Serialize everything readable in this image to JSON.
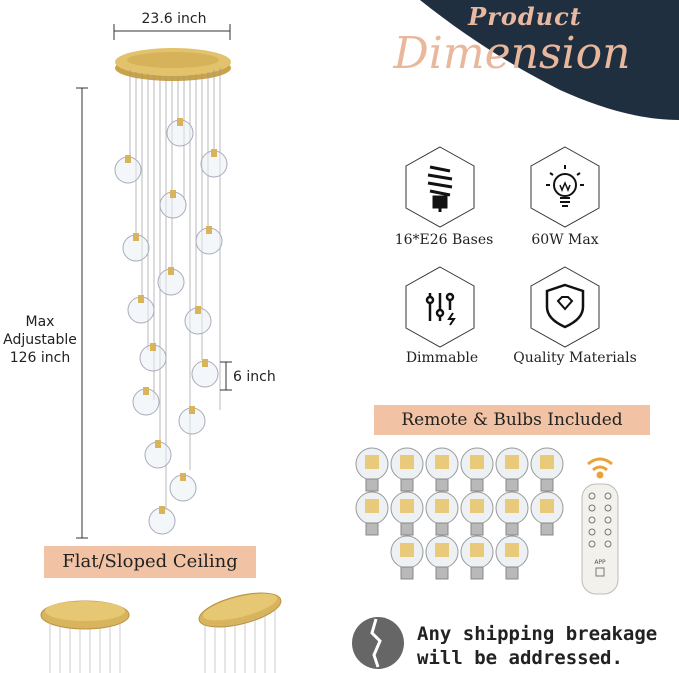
{
  "header": {
    "title_small": "Product",
    "title_big": "Dimension"
  },
  "dimensions": {
    "width": "23.6 inch",
    "height_line1": "Max",
    "height_line2": "Adjustable",
    "height_line3": "126 inch",
    "globe": "6 inch"
  },
  "features": [
    {
      "icon": "bulb-base-icon",
      "label": "16*E26 Bases"
    },
    {
      "icon": "light-bulb-icon",
      "label": "60W Max"
    },
    {
      "icon": "dimmer-sliders-icon",
      "label": "Dimmable"
    },
    {
      "icon": "diamond-shield-icon",
      "label": "Quality Materials"
    }
  ],
  "ceiling_label": "Flat/Sloped Ceiling",
  "remote_label": "Remote & Bulbs Included",
  "shipping": {
    "line1": "Any shipping breakage",
    "line2": "will be addressed."
  },
  "remote_app": "APP",
  "colors": {
    "navy": "#1f2f40",
    "peach": "#f1c2a4",
    "gold": "#d9b45a"
  }
}
